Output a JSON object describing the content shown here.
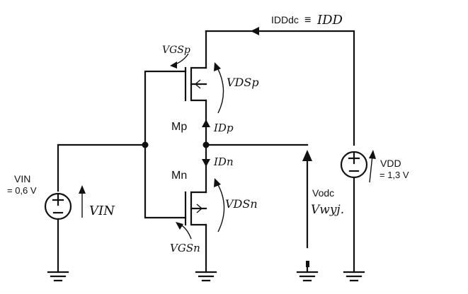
{
  "labels": {
    "idd_dc": "IDDdc",
    "idd_equiv": "≡",
    "idd_hand": "IDD",
    "vgs_p": "VGSp",
    "vds_p": "VDSp",
    "mp": "Mp",
    "id_p": "IDp",
    "id_n": "IDn",
    "mn": "Mn",
    "vds_n": "VDSn",
    "vgs_n": "VGSn",
    "vin_name": "VIN",
    "vin_value": "= 0,6 V",
    "vin_hand": "VIN",
    "vodc": "Vodc",
    "vwyj": "Vwyj.",
    "vdd_name": "VDD",
    "vdd_value": "= 1,3 V"
  }
}
